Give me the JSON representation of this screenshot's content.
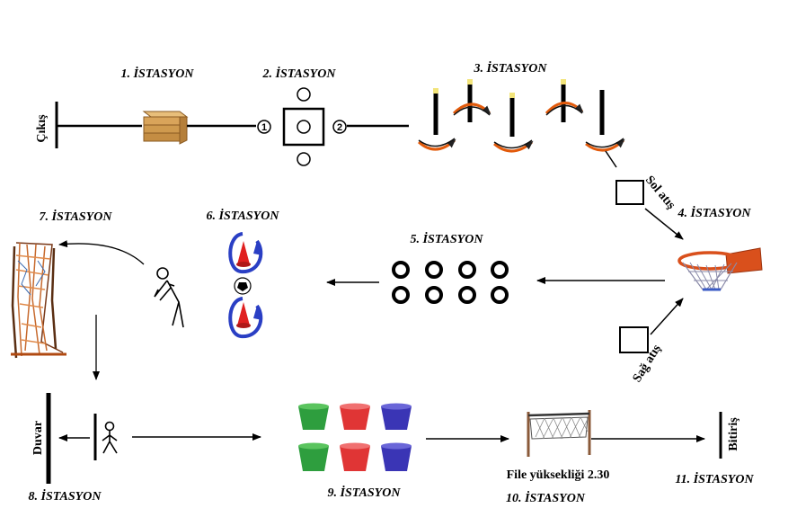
{
  "stations": {
    "s1": "1. İSTASYON",
    "s2": "2. İSTASYON",
    "s3": "3. İSTASYON",
    "s4": "4. İSTASYON",
    "s5": "5. İSTASYON",
    "s6": "6. İSTASYON",
    "s7": "7. İSTASYON",
    "s8": "8. İSTASYON",
    "s9": "9. İSTASYON",
    "s10": "10. İSTASYON",
    "s11": "11. İSTASYON"
  },
  "labels": {
    "start": "Çıkış",
    "finish": "Bitiriş",
    "wall": "Duvar",
    "left_shot": "Sol atış",
    "right_shot": "Sağ atış",
    "net_height": "File yüksekliği 2.30",
    "marker_one": "1",
    "marker_two": "2"
  },
  "colors": {
    "line": "#000000",
    "arrow_orange": "#e25a0b",
    "cone_red": "#e02020",
    "circle_blue": "#2a3fc4",
    "bucket_green": "#2e9e3e",
    "bucket_red": "#e03535",
    "bucket_blue": "#3a35b5",
    "hoop_orange": "#d9501c",
    "box_wood": "#d9a45a"
  }
}
